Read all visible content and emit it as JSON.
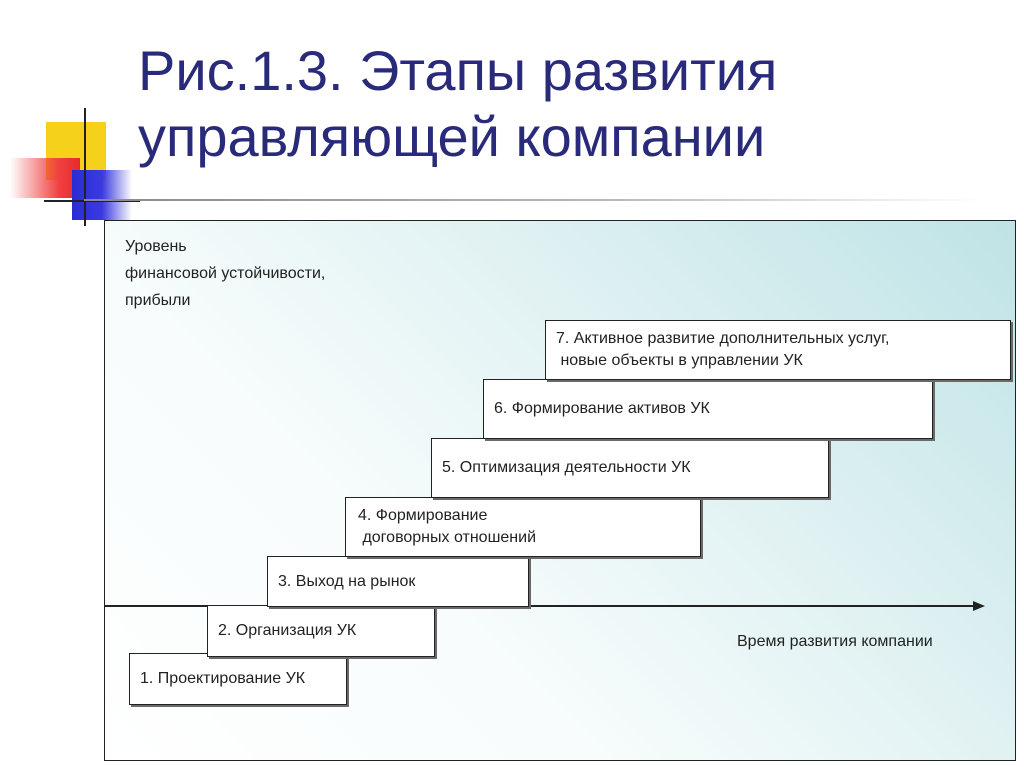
{
  "slide": {
    "title_line1": "Рис.1.3. Этапы развития",
    "title_line2": "управляющей компании",
    "title_color": "#2a2a7a"
  },
  "diagram": {
    "y_axis_label": [
      "Уровень",
      "финансовой устойчивости,",
      "прибыли"
    ],
    "x_axis_label": "Время развития компании",
    "stages": [
      {
        "lines": [
          "1. Проектирование УК"
        ]
      },
      {
        "lines": [
          "2. Организация УК"
        ]
      },
      {
        "lines": [
          "3. Выход на рынок"
        ]
      },
      {
        "lines": [
          "4. Формирование",
          " договорных отношений"
        ]
      },
      {
        "lines": [
          "5. Оптимизация деятельности УК"
        ]
      },
      {
        "lines": [
          "6. Формирование активов УК"
        ]
      },
      {
        "lines": [
          "7. Активное развитие дополнительных услуг,",
          " новые объекты в управлении УК"
        ]
      }
    ]
  },
  "decoration": {
    "icons": [
      "yellow-square",
      "red-square",
      "blue-square",
      "cross-lines"
    ]
  }
}
